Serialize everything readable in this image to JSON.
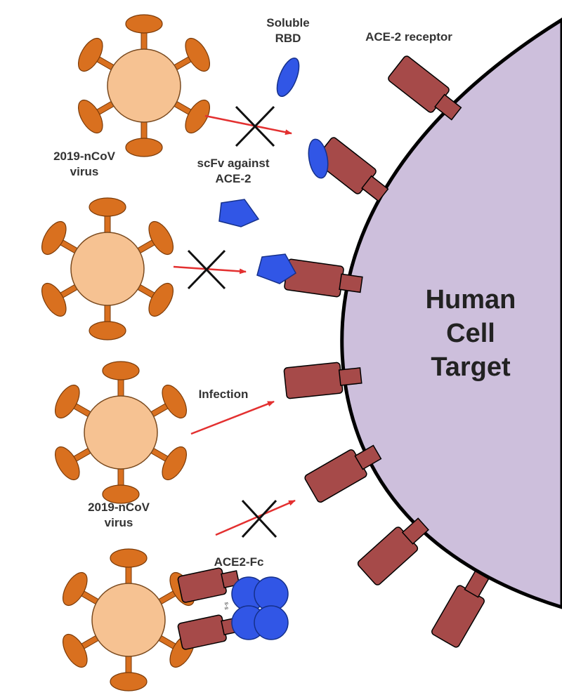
{
  "labels": {
    "soluble_rbd_line1": "Soluble",
    "soluble_rbd_line2": "RBD",
    "ace2_receptor": "ACE-2 receptor",
    "virus_top_line1": "2019-nCoV",
    "virus_top_line2": "virus",
    "scfv_line1": "scFv against",
    "scfv_line2": "ACE-2",
    "infection": "Infection",
    "virus_bottom_line1": "2019-nCoV",
    "virus_bottom_line2": "virus",
    "ace2_fc": "ACE2-Fc",
    "cell_line1": "Human",
    "cell_line2": "Cell",
    "cell_line3": "Target",
    "disulfide": "s-s"
  },
  "colors": {
    "virus_body": "#f6c292",
    "virus_spike": "#d9701f",
    "receptor": "#a64a49",
    "blocker_blue": "#3156e6",
    "cell_fill": "#cdbfdc",
    "arrow_red": "#e33030",
    "outline": "#000000"
  }
}
